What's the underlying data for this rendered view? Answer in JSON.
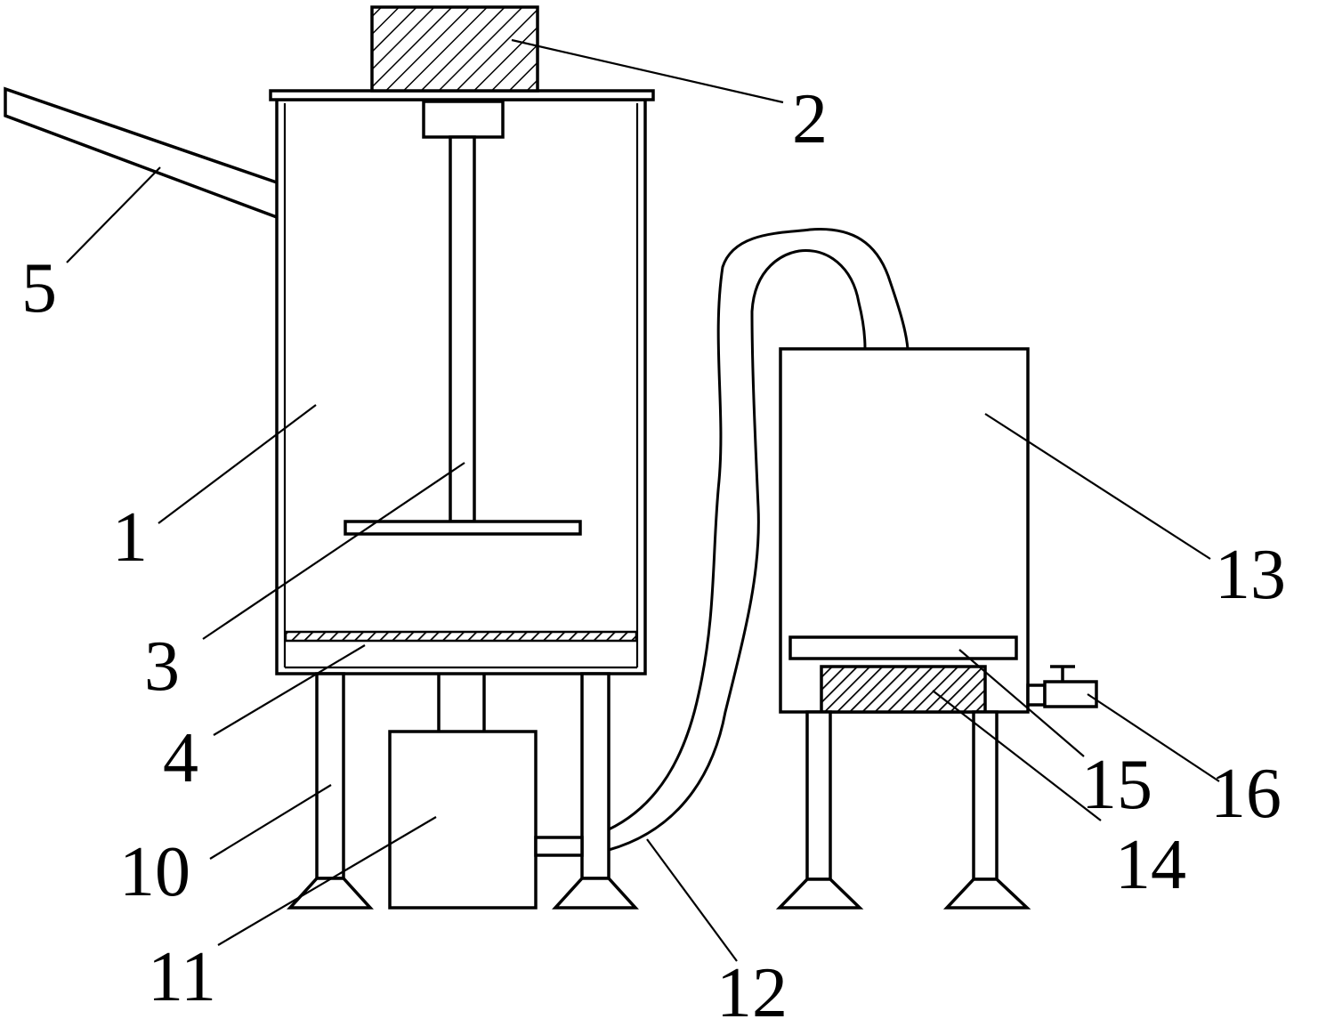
{
  "labels": {
    "mixing_tank": "1",
    "motor": "2",
    "stirrer": "3",
    "filter_plate": "4",
    "feed_pipe": "5",
    "support_leg": "10",
    "pump": "11",
    "hose": "12",
    "collection_tank": "13",
    "heater_block": "14",
    "support_plate": "15",
    "drain_valve": "16"
  }
}
